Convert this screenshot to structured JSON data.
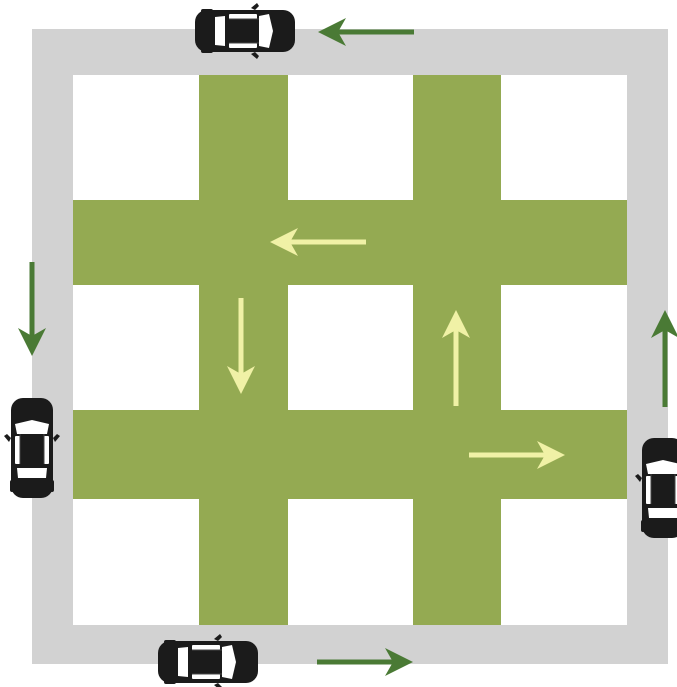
{
  "diagram": {
    "colors": {
      "background": "#ffffff",
      "ring_road": "#d2d2d2",
      "inner_block": "#ffffff",
      "green_street": "#94aa52",
      "outer_arrow": "#4a7a35",
      "inner_arrow": "#f0f1a6",
      "car_body": "#1b1b1b",
      "car_glass": "#ffffff"
    },
    "outer_arrows": [
      {
        "name": "top-arrow-left",
        "direction": "left",
        "icon": "arrow-left-icon"
      },
      {
        "name": "bottom-arrow-right",
        "direction": "right",
        "icon": "arrow-right-icon"
      },
      {
        "name": "left-arrow-down",
        "direction": "down",
        "icon": "arrow-down-icon"
      },
      {
        "name": "right-arrow-up",
        "direction": "up",
        "icon": "arrow-up-icon"
      }
    ],
    "inner_arrows": [
      {
        "name": "upper-street-arrow-left",
        "direction": "left",
        "icon": "arrow-left-icon"
      },
      {
        "name": "left-street-arrow-down",
        "direction": "down",
        "icon": "arrow-down-icon"
      },
      {
        "name": "right-street-arrow-up",
        "direction": "up",
        "icon": "arrow-up-icon"
      },
      {
        "name": "lower-street-arrow-right",
        "direction": "right",
        "icon": "arrow-right-icon"
      }
    ],
    "cars": [
      {
        "name": "car-top",
        "heading": "right",
        "icon": "car-icon"
      },
      {
        "name": "car-bottom",
        "heading": "right",
        "icon": "car-icon"
      },
      {
        "name": "car-left",
        "heading": "up",
        "icon": "car-icon"
      },
      {
        "name": "car-right",
        "heading": "up",
        "icon": "car-icon"
      }
    ]
  }
}
